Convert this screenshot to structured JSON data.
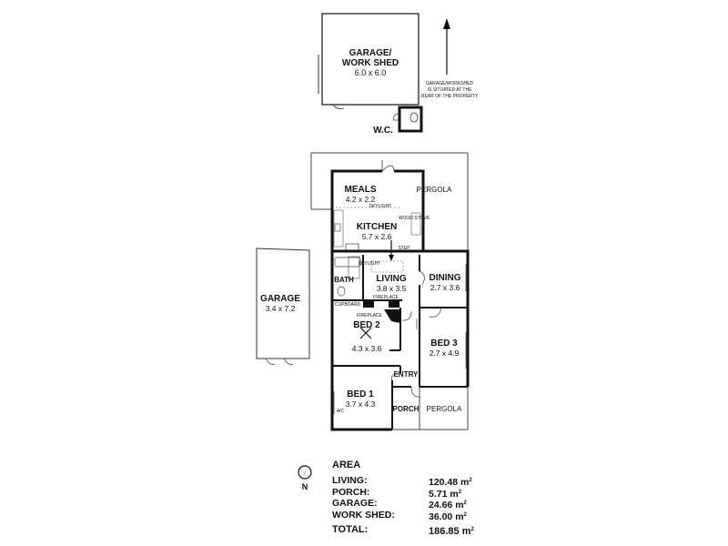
{
  "rooms": {
    "garage_workshed": {
      "name_line1": "GARAGE/",
      "name_line2": "WORK SHED",
      "size": "6.0 x 6.0"
    },
    "wc": {
      "name": "W.C."
    },
    "note": {
      "line1": "GARAGE/WORKSHED",
      "line2": "IS SITUATED AT THE",
      "line3": "REAR OF THE PROPERTY"
    },
    "meals": {
      "name": "MEALS",
      "size": "4.2 x 2.2"
    },
    "kitchen": {
      "name": "KITCHEN",
      "size": "5.7 x 2.6"
    },
    "pergola_top": {
      "name": "PERGOLA"
    },
    "garage": {
      "name": "GARAGE",
      "size": "3.4 x 7.2"
    },
    "bath": {
      "name": "BATH"
    },
    "living": {
      "name": "LIVING",
      "size": "3.8 x 3.5"
    },
    "dining": {
      "name": "DINING",
      "size": "2.7 x 3.6"
    },
    "cupboard": {
      "name": "CUPBOARD"
    },
    "bed2": {
      "name": "BED 2",
      "size": "4.3 x 3.6"
    },
    "bed3": {
      "name": "BED 3",
      "size": "2.7 x 4.9"
    },
    "entry": {
      "name": "ENTRY"
    },
    "bed1": {
      "name": "BED 1",
      "size": "3.7 x 4.3"
    },
    "porch": {
      "name": "PORCH"
    },
    "pergola_bottom": {
      "name": "PERGOLA"
    }
  },
  "small_labels": {
    "skylight_meals": "SKYLIGHT",
    "skylight_living": "SKYLIGHT",
    "wood_stove": "WOOD STOVE",
    "step": "STEP",
    "fireplace_living": "FIREPLACE",
    "fireplace_bed2": "FIREPLACE",
    "ac": "A/C"
  },
  "compass": {
    "label": "N"
  },
  "area": {
    "title": "AREA",
    "rows": [
      {
        "label": "LIVING:",
        "value": "120.48 m",
        "unit_sup": "2"
      },
      {
        "label": "PORCH:",
        "value": "5.71 m",
        "unit_sup": "2"
      },
      {
        "label": "GARAGE:",
        "value": "24.66 m",
        "unit_sup": "2"
      },
      {
        "label": "WORK SHED:",
        "value": "36.00 m",
        "unit_sup": "2"
      }
    ],
    "total": {
      "label": "TOTAL:",
      "value": "186.85 m",
      "unit_sup": "2"
    }
  }
}
